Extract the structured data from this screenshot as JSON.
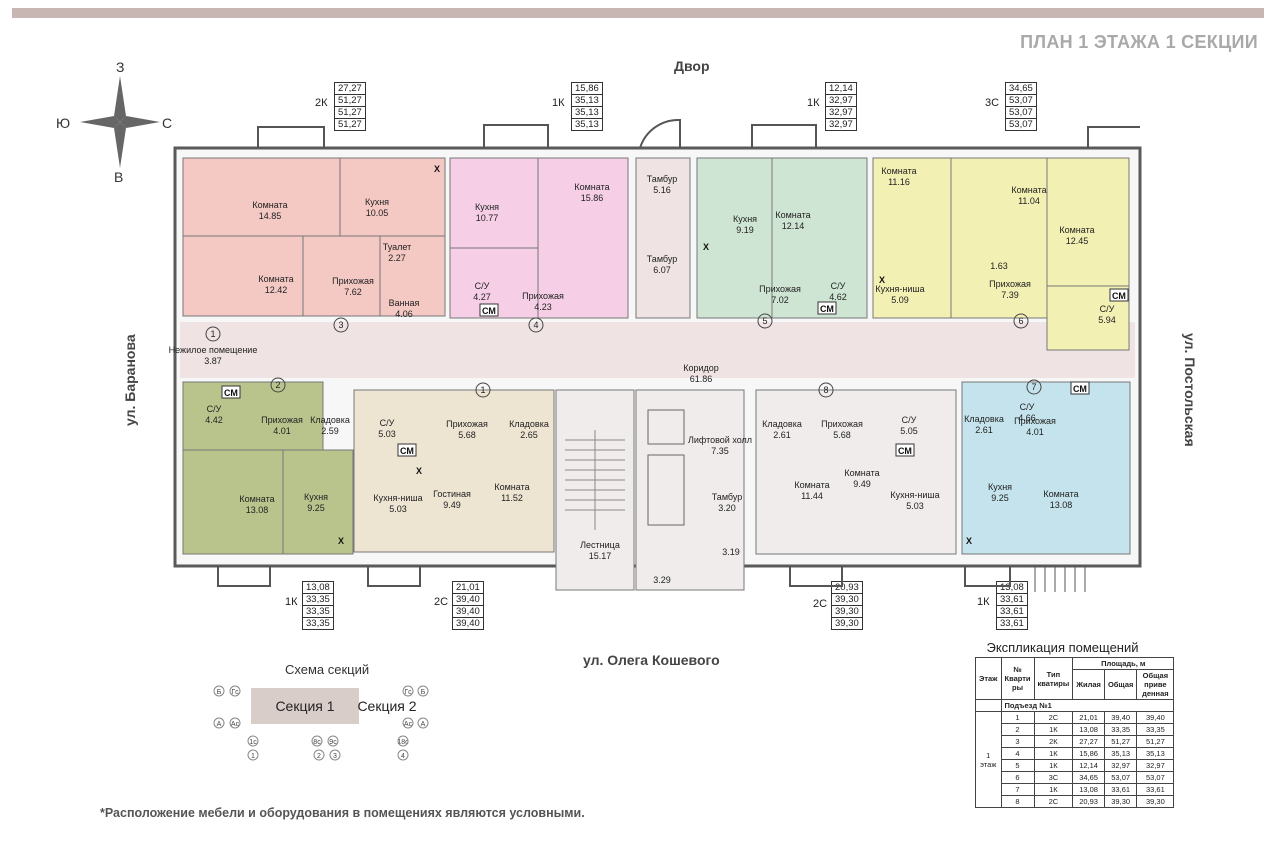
{
  "header": {
    "title": "ПЛАН 1 ЭТАЖА 1 СЕКЦИИ"
  },
  "compass": {
    "n": "З",
    "s": "В",
    "w": "Ю",
    "e": "С"
  },
  "streets": {
    "top": "Двор",
    "bottom": "ул. Олега Кошевого",
    "left": "ул. Баранова",
    "right": "ул. Постольская"
  },
  "apartments_top": [
    {
      "type": "2К",
      "values": [
        "27,27",
        "51,27",
        "51,27",
        "51,27"
      ]
    },
    {
      "type": "1К",
      "values": [
        "15,86",
        "35,13",
        "35,13",
        "35,13"
      ]
    },
    {
      "type": "1К",
      "values": [
        "12,14",
        "32,97",
        "32,97",
        "32,97"
      ]
    },
    {
      "type": "3С",
      "values": [
        "34,65",
        "53,07",
        "53,07",
        "53,07"
      ]
    }
  ],
  "apartments_bottom": [
    {
      "type": "1К",
      "values": [
        "13,08",
        "33,35",
        "33,35",
        "33,35"
      ]
    },
    {
      "type": "2С",
      "values": [
        "21,01",
        "39,40",
        "39,40",
        "39,40"
      ]
    },
    {
      "type": "2С",
      "values": [
        "20,93",
        "39,30",
        "39,30",
        "39,30"
      ]
    },
    {
      "type": "1К",
      "values": [
        "13,08",
        "33,61",
        "33,61",
        "33,61"
      ]
    }
  ],
  "rooms": [
    {
      "name": "Комната",
      "area": "14.85"
    },
    {
      "name": "Кухня",
      "area": "10.05"
    },
    {
      "name": "Туалет",
      "area": "2.27"
    },
    {
      "name": "Комната",
      "area": "12.42"
    },
    {
      "name": "Прихожая",
      "area": "7.62"
    },
    {
      "name": "Ванная",
      "area": "4.06"
    },
    {
      "name": "Кухня",
      "area": "10.77"
    },
    {
      "name": "Комната",
      "area": "15.86"
    },
    {
      "name": "С/У",
      "area": "4.27"
    },
    {
      "name": "Прихожая",
      "area": "4.23"
    },
    {
      "name": "Тамбур",
      "area": "5.16"
    },
    {
      "name": "Тамбур",
      "area": "6.07"
    },
    {
      "name": "Кухня",
      "area": "9.19"
    },
    {
      "name": "Комната",
      "area": "12.14"
    },
    {
      "name": "Прихожая",
      "area": "7.02"
    },
    {
      "name": "С/У",
      "area": "4.62"
    },
    {
      "name": "Комната",
      "area": "11.16"
    },
    {
      "name": "Комната",
      "area": "11.04"
    },
    {
      "name": "Комната",
      "area": "12.45"
    },
    {
      "name": "Кухня-ниша",
      "area": "5.09"
    },
    {
      "name": "Прихожая",
      "area": "7.39"
    },
    {
      "name": "С/У",
      "area": "5.94"
    },
    {
      "name": "Нежилое помещение",
      "area": "3.87"
    },
    {
      "name": "Коридор",
      "area": "61.86"
    },
    {
      "name": "С/У",
      "area": "4.42"
    },
    {
      "name": "Прихожая",
      "area": "4.01"
    },
    {
      "name": "Кладовка",
      "area": "2.59"
    },
    {
      "name": "С/У",
      "area": "5.03"
    },
    {
      "name": "Прихожая",
      "area": "5.68"
    },
    {
      "name": "Кладовка",
      "area": "2.65"
    },
    {
      "name": "Лифтовой холл",
      "area": "7.35"
    },
    {
      "name": "Кладовка",
      "area": "2.61"
    },
    {
      "name": "Прихожая",
      "area": "5.68"
    },
    {
      "name": "С/У",
      "area": "5.05"
    },
    {
      "name": "Кладовка",
      "area": "2.61"
    },
    {
      "name": "Прихожая",
      "area": "4.01"
    },
    {
      "name": "С/У",
      "area": "4.66"
    },
    {
      "name": "Комната",
      "area": "13.08"
    },
    {
      "name": "Кухня",
      "area": "9.25"
    },
    {
      "name": "Кухня-ниша",
      "area": "5.03"
    },
    {
      "name": "Гостиная",
      "area": "9.49"
    },
    {
      "name": "Комната",
      "area": "11.52"
    },
    {
      "name": "Лестница",
      "area": "15.17"
    },
    {
      "name": "Тамбур",
      "area": "3.20"
    },
    {
      "name": "Комната",
      "area": "11.44"
    },
    {
      "name": "Комната",
      "area": "9.49"
    },
    {
      "name": "Кухня-ниша",
      "area": "5.03"
    },
    {
      "name": "Кухня",
      "area": "9.25"
    },
    {
      "name": "Комната",
      "area": "13.08"
    }
  ],
  "small_areas": [
    "1.63",
    "3.29",
    "3.19"
  ],
  "markers": [
    "1",
    "2",
    "3",
    "4",
    "5",
    "6",
    "7",
    "8",
    "1"
  ],
  "badges": {
    "cm": "СМ",
    "x": "Х"
  },
  "sections": {
    "title": "Схема секций",
    "s1": "Секция 1",
    "s2": "Секция 2",
    "glyphs": [
      "Б",
      "Гс",
      "Гс",
      "Б",
      "А",
      "Ас",
      "Ас",
      "А",
      "1с",
      "8с",
      "9с",
      "18с",
      "1",
      "2",
      "3",
      "4"
    ]
  },
  "explication": {
    "title": "Экспликация помещений",
    "headers": {
      "floor": "Этаж",
      "num": "№ Кварти ры",
      "type": "Тип кватиры",
      "area": "Площадь, м",
      "living": "Жилая",
      "total": "Общая",
      "reduced": "Общая приве денная"
    },
    "entrance": "Подъезд №1",
    "floor_label": "1 этаж",
    "rows": [
      [
        "1",
        "2С",
        "21,01",
        "39,40",
        "39,40"
      ],
      [
        "2",
        "1К",
        "13,08",
        "33,35",
        "33,35"
      ],
      [
        "3",
        "2К",
        "27,27",
        "51,27",
        "51,27"
      ],
      [
        "4",
        "1К",
        "15,86",
        "35,13",
        "35,13"
      ],
      [
        "5",
        "1К",
        "12,14",
        "32,97",
        "32,97"
      ],
      [
        "6",
        "3С",
        "34,65",
        "53,07",
        "53,07"
      ],
      [
        "7",
        "1К",
        "13,08",
        "33,61",
        "33,61"
      ],
      [
        "8",
        "2С",
        "20,93",
        "39,30",
        "39,30"
      ]
    ]
  },
  "footnote": "*Расположение мебели и оборудования в помещениях являются условными.",
  "colors": {
    "pink": "#f4c9c4",
    "magenta": "#f6cfe6",
    "green": "#cfe5d4",
    "yellow": "#f3f0b4",
    "olive": "#b9c48d",
    "beige": "#ede4d2",
    "blue": "#c5e3ec",
    "corridor": "#efe3e3",
    "wall": "#5a5a5a",
    "band": "#c7b6b1"
  }
}
